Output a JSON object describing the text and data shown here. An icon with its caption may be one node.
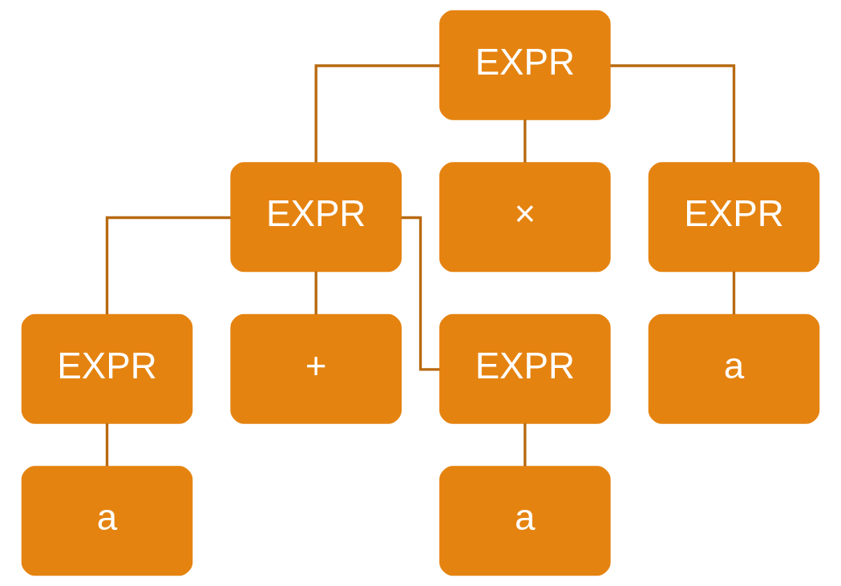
{
  "diagram": {
    "nodes": [
      {
        "text": [
          "EXPR"
        ]
      },
      {
        "text": [
          "EXPR"
        ]
      },
      {
        "text": [
          "×"
        ]
      },
      {
        "text": [
          "EXPR"
        ]
      },
      {
        "text": [
          "EXPR"
        ]
      },
      {
        "text": [
          "+"
        ]
      },
      {
        "text": [
          "EXPR"
        ]
      },
      {
        "text": [
          "a"
        ]
      },
      {
        "text": [
          "a"
        ]
      },
      {
        "text": [
          "a"
        ]
      }
    ],
    "edges": [
      {
        "from": 0,
        "to": 1,
        "arrow": "none"
      },
      {
        "from": 0,
        "to": 2,
        "arrow": "none"
      },
      {
        "from": 0,
        "to": 3,
        "arrow": "none"
      },
      {
        "from": 1,
        "to": 4,
        "arrow": "none"
      },
      {
        "from": 1,
        "to": 5,
        "arrow": "none"
      },
      {
        "from": 1,
        "to": 6,
        "arrow": "none"
      },
      {
        "from": 3,
        "to": 7,
        "arrow": "none"
      },
      {
        "from": 4,
        "to": 8,
        "arrow": "none"
      },
      {
        "from": 6,
        "to": 9,
        "arrow": "none"
      }
    ]
  }
}
